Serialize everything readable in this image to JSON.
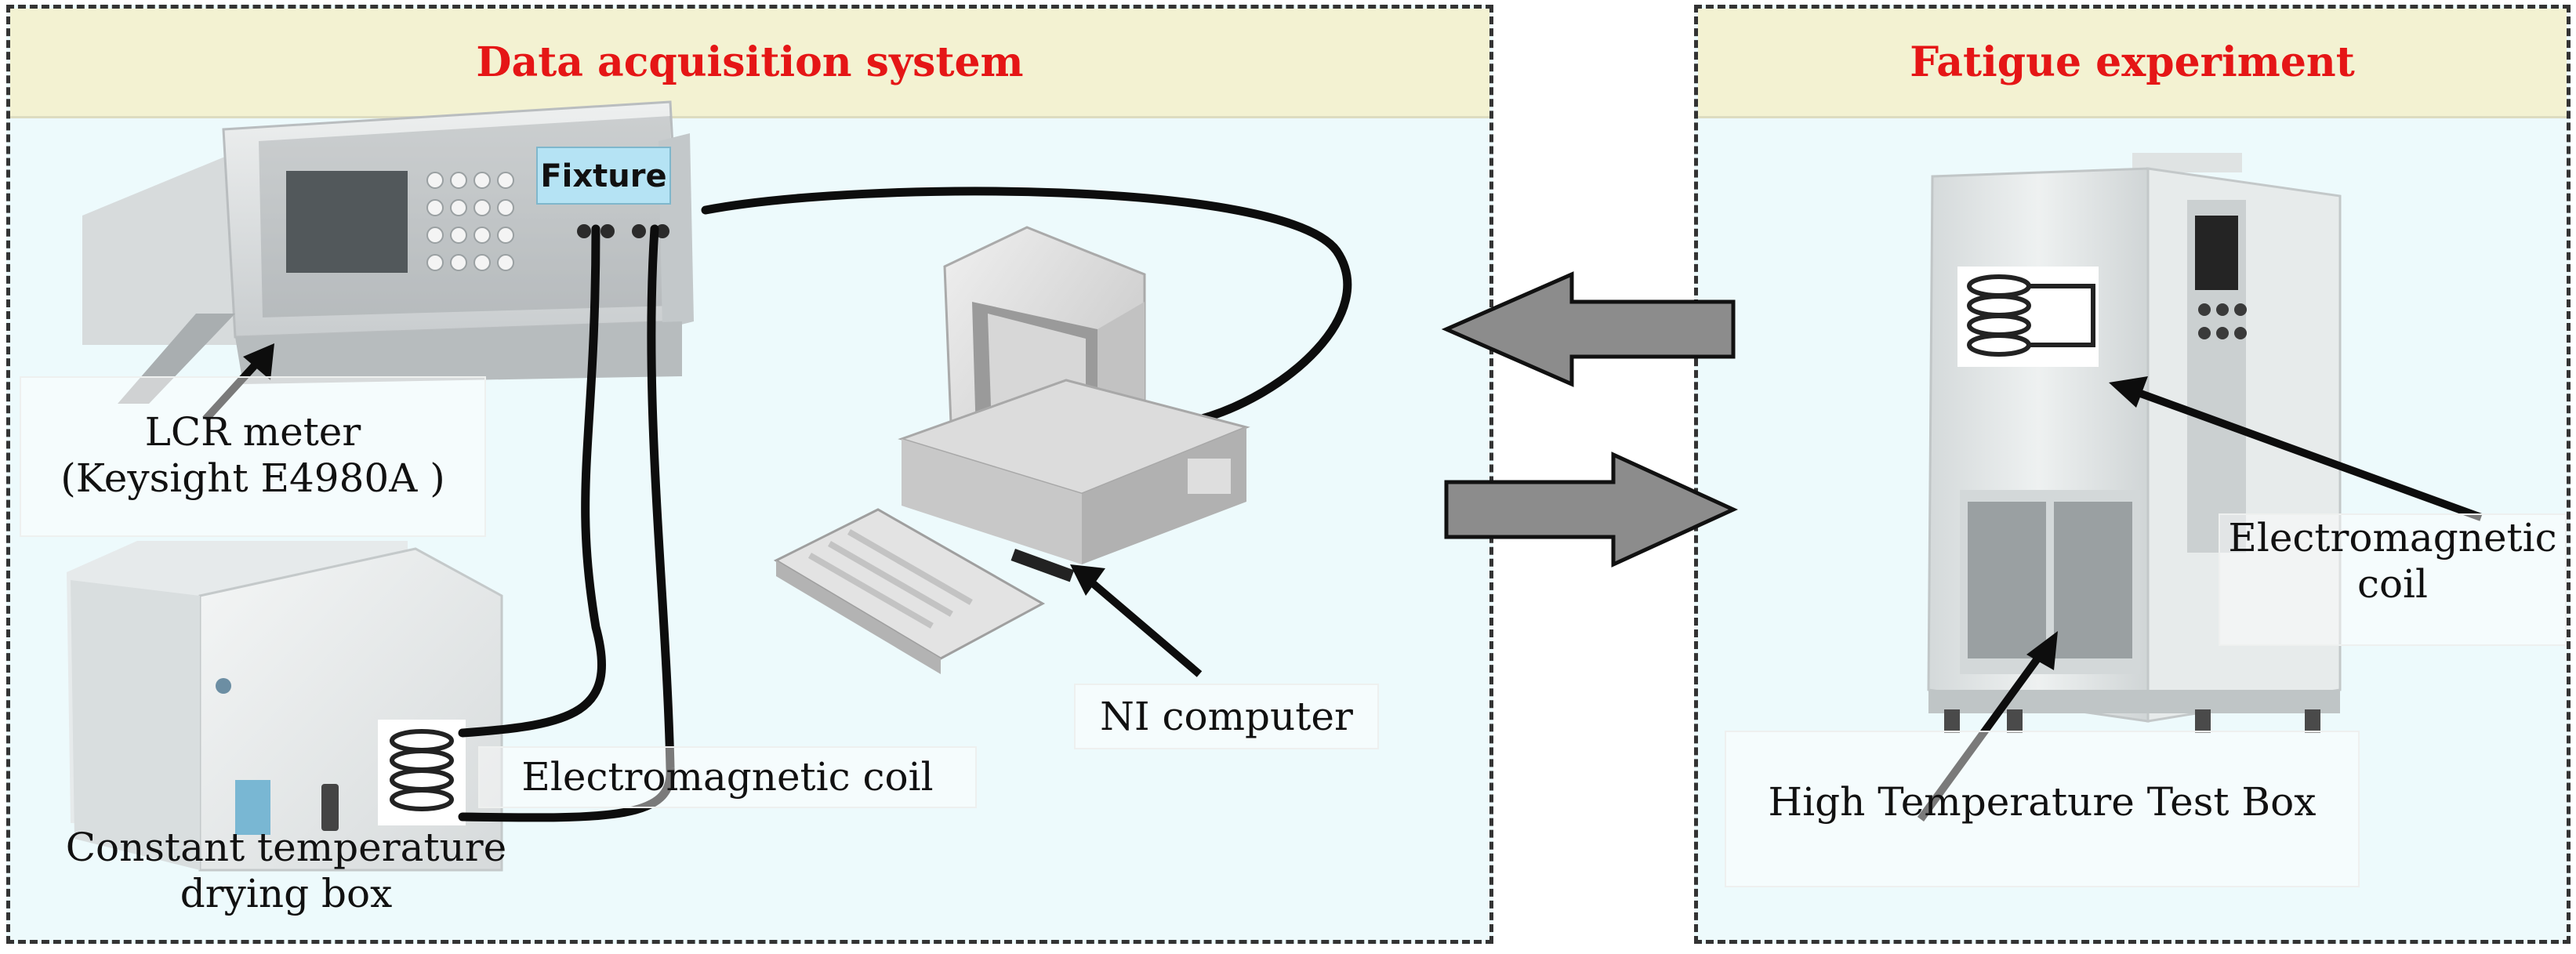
{
  "panels": {
    "data_acquisition": {
      "title": "Data acquisition system"
    },
    "fatigue_experiment": {
      "title": "Fatigue experiment"
    }
  },
  "labels": {
    "fixture": "Fixture",
    "lcr_meter_line1": "LCR meter",
    "lcr_meter_line2": "(Keysight E4980A )",
    "ni_computer": "NI computer",
    "coil_left": "Electromagnetic coil",
    "drying_box_line1": "Constant temperature",
    "drying_box_line2": "drying box",
    "coil_right_line1": "Electromagnetic",
    "coil_right_line2": "coil",
    "test_box": "High Temperature Test Box"
  },
  "colors": {
    "panel_title": "#e51616",
    "header_bg": "#f3f2d2",
    "panel_bg": "#edfafc",
    "fixture_bg": "#b5e3f4",
    "arrow_fill": "#8c8c8c"
  }
}
